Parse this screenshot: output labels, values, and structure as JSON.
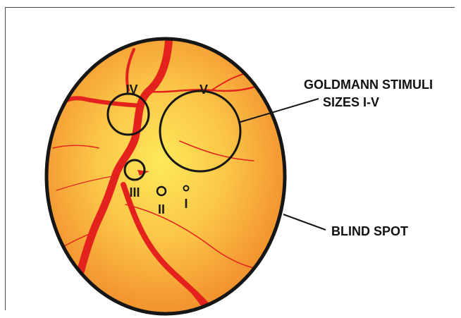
{
  "stimuli": {
    "I": "I",
    "II": "II",
    "III": "III",
    "IV": "IV",
    "V": "V"
  },
  "callouts": {
    "goldmann_line1": "GOLDMANN STIMULI",
    "goldmann_line2": "SIZES I-V",
    "blind_spot": "BLIND SPOT"
  },
  "colors": {
    "fundus_center": "#fde95a",
    "fundus_mid": "#fbb23c",
    "fundus_edge": "#f18a2a",
    "vessel": "#e4221d",
    "outline": "#161616"
  }
}
